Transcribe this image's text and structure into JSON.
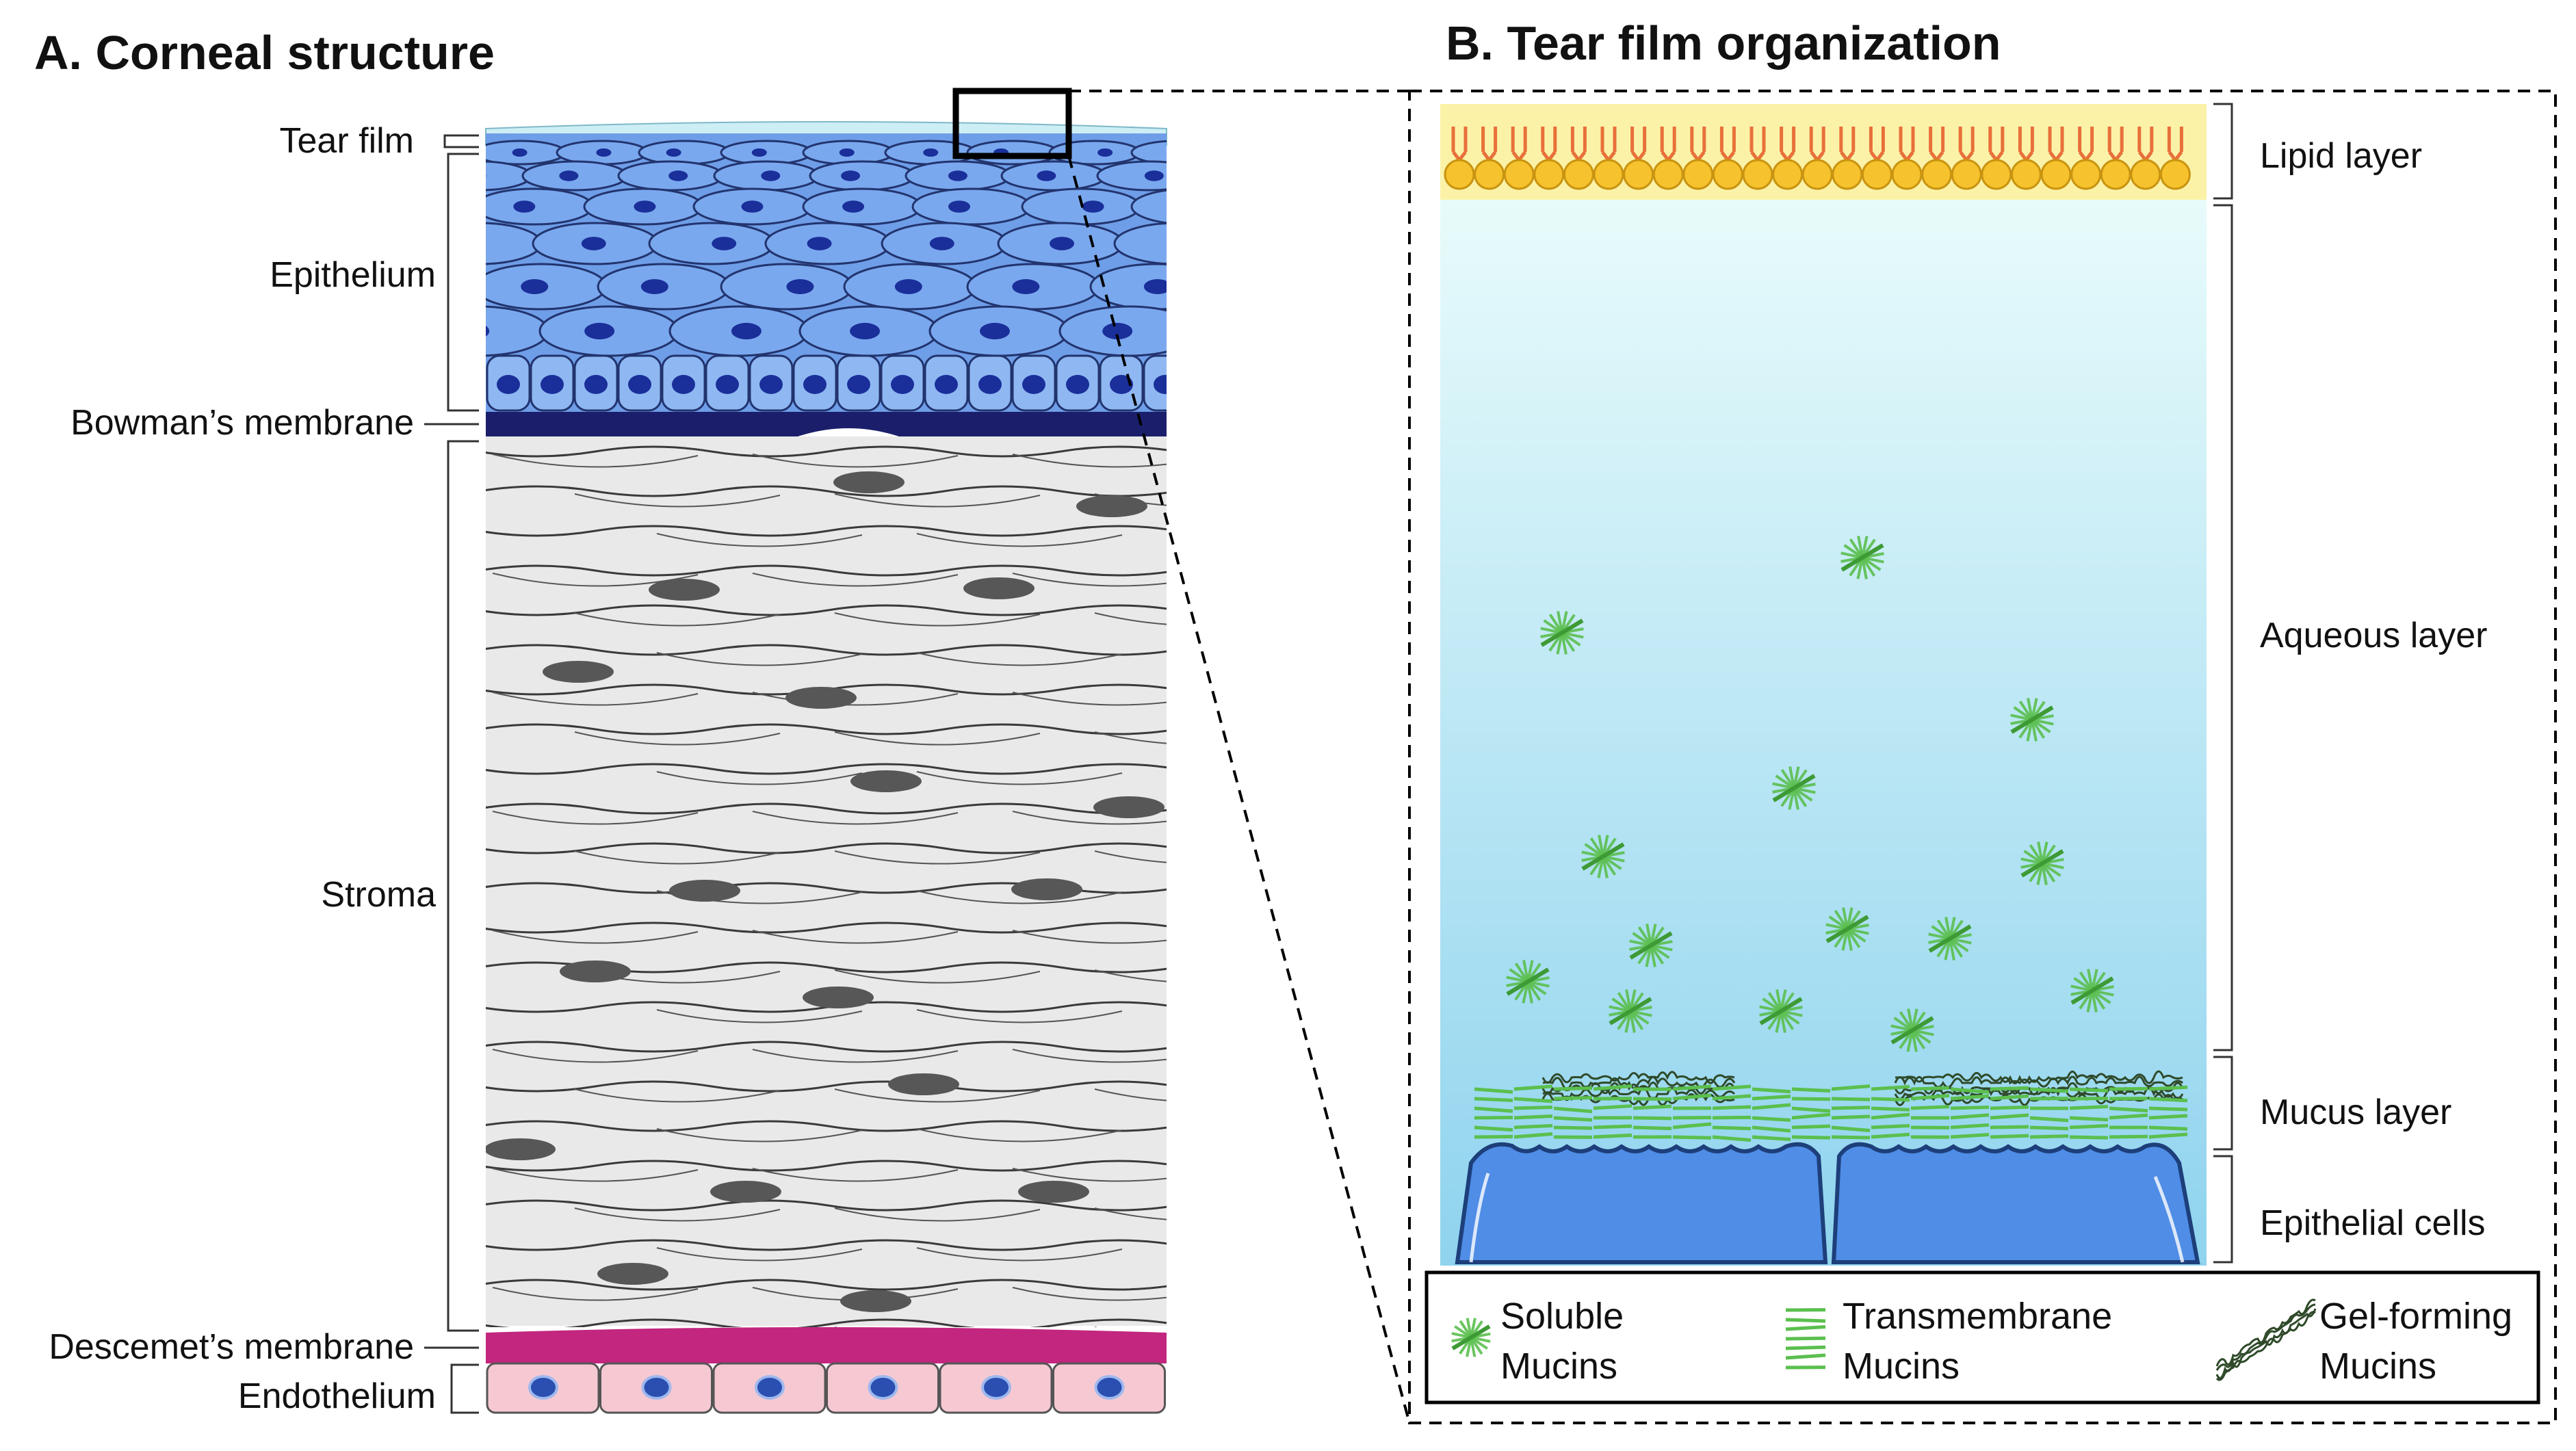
{
  "panel_a": {
    "title": "A. Corneal structure",
    "layers": {
      "tear_film": "Tear film",
      "epithelium": "Epithelium",
      "bowmans_membrane": "Bowman’s membrane",
      "stroma": "Stroma",
      "descemets_membrane": "Descemet’s membrane",
      "endothelium": "Endothelium"
    }
  },
  "panel_b": {
    "title": "B. Tear film organization",
    "layers": {
      "lipid": "Lipid layer",
      "aqueous": "Aqueous layer",
      "mucus": "Mucus layer",
      "epithelial_cells": "Epithelial cells"
    },
    "legend": {
      "soluble": [
        "Soluble",
        "Mucins"
      ],
      "transmembrane": [
        "Transmembrane",
        "Mucins"
      ],
      "gel_forming": [
        "Gel-forming",
        "Mucins"
      ]
    }
  },
  "colors": {
    "tear_film": "#cdeef5",
    "epithelium": "#6f9ee8",
    "epithelium_nucleus": "#1a2f9a",
    "bowmans_membrane": "#1b1f6b",
    "stroma_cell": "#e9e9e9",
    "stroma_nucleus": "#575757",
    "descemets_membrane": "#c2267e",
    "endothelium": "#f6c9d2",
    "lipid_band": "#fbf2a8",
    "lipid_head": "#f6c22d",
    "lipid_tail": "#e8703a",
    "aqueous_top": "#e8fbfb",
    "aqueous_bottom": "#8fd3ee",
    "mucin": "#5bbf4e",
    "epithelial_cell": "#4f8de6"
  }
}
